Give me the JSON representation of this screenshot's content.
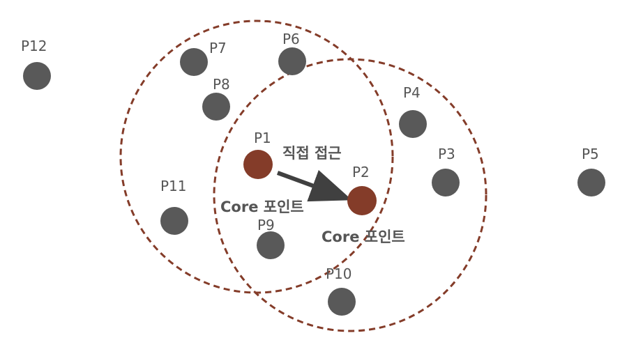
{
  "points": [
    {
      "id": "p1",
      "label": "P1",
      "core": true
    },
    {
      "id": "p2",
      "label": "P2",
      "core": true
    },
    {
      "id": "p3",
      "label": "P3",
      "core": false
    },
    {
      "id": "p4",
      "label": "P4",
      "core": false
    },
    {
      "id": "p5",
      "label": "P5",
      "core": false
    },
    {
      "id": "p6",
      "label": "P6",
      "core": false
    },
    {
      "id": "p7",
      "label": "P7",
      "core": false
    },
    {
      "id": "p8",
      "label": "P8",
      "core": false
    },
    {
      "id": "p9",
      "label": "P9",
      "core": false
    },
    {
      "id": "p10",
      "label": "P10",
      "core": false
    },
    {
      "id": "p11",
      "label": "P11",
      "core": false
    },
    {
      "id": "p12",
      "label": "P12",
      "core": false
    }
  ],
  "annotations": {
    "direct_access": "직접 접근",
    "core_point_p1": "Core 포인트",
    "core_point_p2": "Core 포인트"
  },
  "colors": {
    "core_point": "#843c29",
    "normal_point": "#595959",
    "circle_stroke": "#843c29",
    "arrow": "#404040",
    "text": "#555555"
  }
}
